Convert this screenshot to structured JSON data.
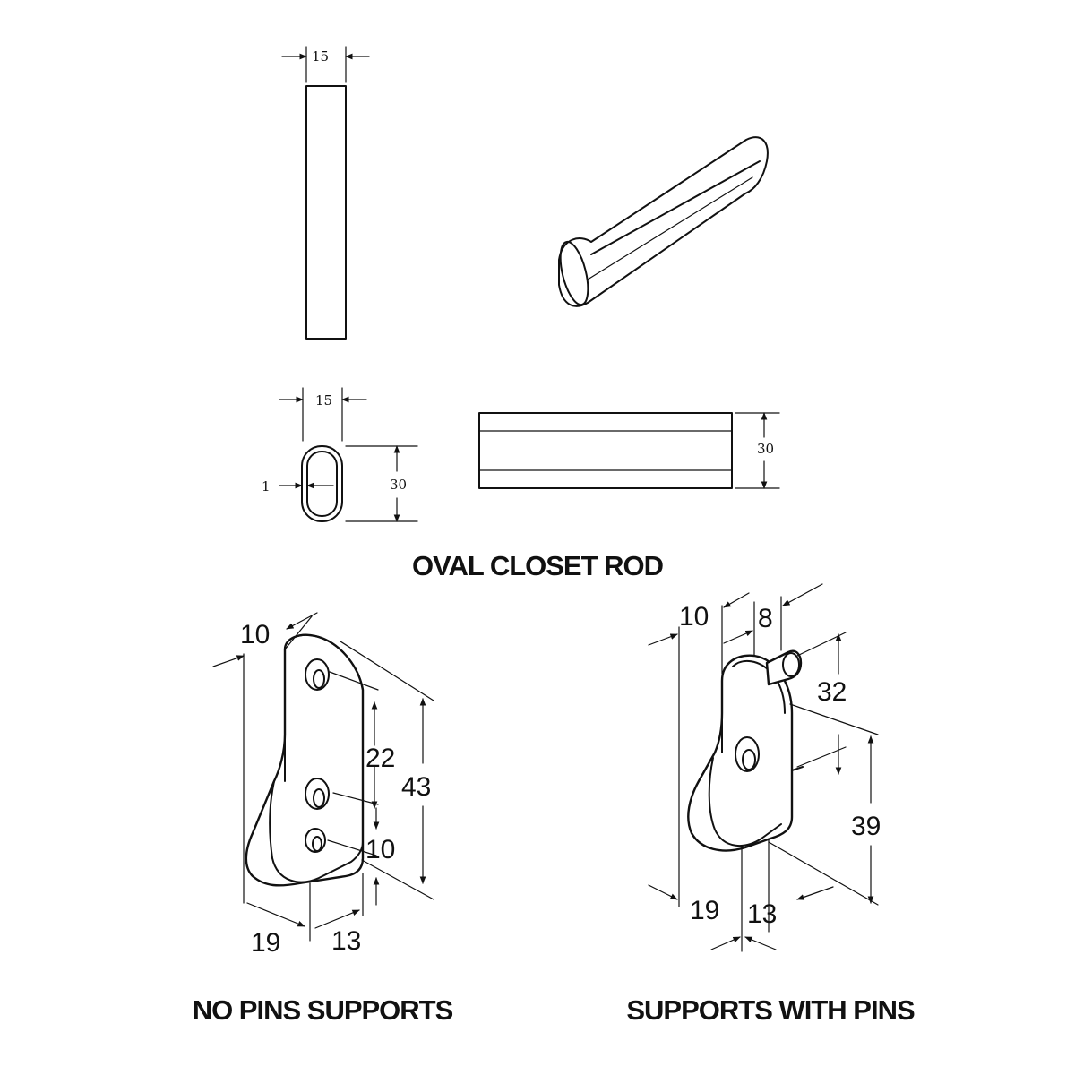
{
  "captions": {
    "rod": "OVAL CLOSET ROD",
    "no_pins": "NO PINS SUPPORTS",
    "with_pins": "SUPPORTS WITH PINS"
  },
  "rod_dims": {
    "front_width": "15",
    "section_width": "15",
    "section_height": "30",
    "wall_thickness": "1",
    "side_height": "30"
  },
  "no_pins_dims": {
    "thickness": "10",
    "hole_spacing": "22",
    "height": "43",
    "hole_offset": "10",
    "depth": "19",
    "width": "13"
  },
  "with_pins_dims": {
    "thickness": "10",
    "pin_diameter": "8",
    "pin_height": "32",
    "height": "39",
    "depth": "19",
    "width": "13"
  }
}
